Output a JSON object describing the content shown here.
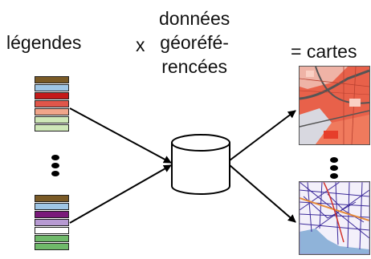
{
  "labels": {
    "legendes": "légendes",
    "multiply": "x",
    "donnees_line1": "données",
    "donnees_line2": "géoréfé-",
    "donnees_line3": "rencées",
    "cartes": "= cartes"
  },
  "legend_groups": [
    {
      "swatch_colors": [
        "#7a5a26",
        "#9fc6e6",
        "#c41a1a",
        "#e0564a",
        "#f0a58a",
        "#cfe8b8",
        "#cfe8b8"
      ]
    },
    {
      "swatch_colors": [
        "#7a5a26",
        "#9fc6e6",
        "#7a1a7a",
        "#b79ad2",
        "#ffffff",
        "#6fb96a",
        "#6fb96a"
      ]
    }
  ],
  "maps": [
    {
      "name": "red-urban-map",
      "base_color": "#e8614a",
      "water_color": "#d8d8e0",
      "road_color": "#555555"
    },
    {
      "name": "purple-network-map",
      "base_color": "#f3f0fa",
      "water_color": "#8fb3d9",
      "road_color": "#3c2a9a"
    }
  ]
}
